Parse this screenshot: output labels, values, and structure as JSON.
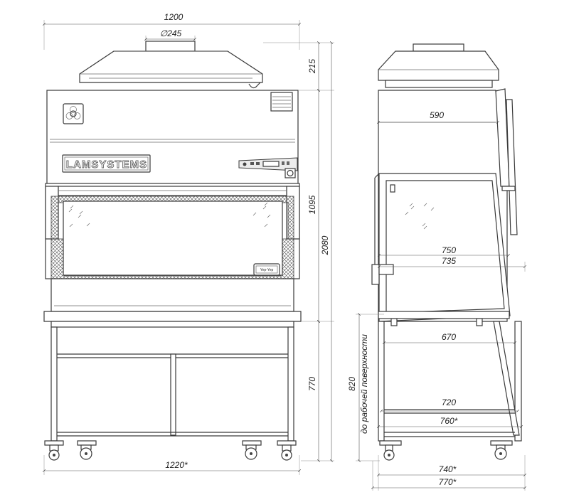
{
  "brand": {
    "logo_text": "LAMSYSTEMS",
    "panel_label": "Yep-Yep"
  },
  "dimensions": {
    "front_width": "1200",
    "duct_diameter": "∅245",
    "exhaust_height": "215",
    "cabinet_height": "1095",
    "total_height": "2080",
    "stand_height": "770",
    "overall_base_width": "1220*",
    "side_depth_top": "590",
    "interior_depth_750": "750",
    "interior_depth_735": "735",
    "work_surface_depth": "670",
    "stand_depth_720": "720",
    "stand_depth_760": "760*",
    "base_depth_740": "740*",
    "base_depth_770": "770*",
    "work_surface_height": "820",
    "work_surface_note": "до рабочей поверхности"
  },
  "icons": {
    "biohazard": "biohazard-icon",
    "power_socket": "socket-icon",
    "control_panel": "control-panel-icon"
  },
  "colors": {
    "line": "#3a3a3a",
    "panel_fill": "#ececec"
  }
}
